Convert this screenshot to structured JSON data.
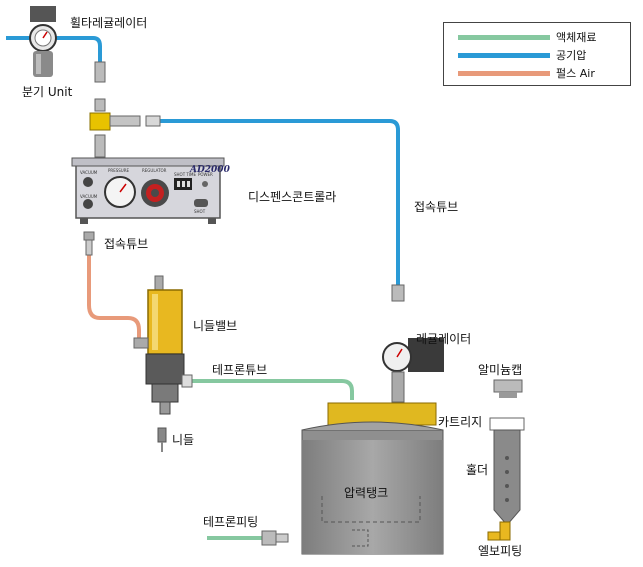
{
  "colors": {
    "liquid": "#86c8a0",
    "air": "#2a9ad6",
    "pulse_air": "#e89a7a"
  },
  "legend": {
    "liquid": "액체재료",
    "air": "공기압",
    "pulse_air": "펄스 Air"
  },
  "labels": {
    "filter_regulator": "휠타레귤레이터",
    "branch_unit": "분기 Unit",
    "dispense_controller": "디스펜스콘트롤라",
    "connect_tube_top": "접속튜브",
    "connect_tube_left": "접속튜브",
    "needle_valve": "니들밸브",
    "teflon_tube": "테프론튜브",
    "needle": "니들",
    "regulator": "레귤레이터",
    "aluminum_cap": "알미늄캡",
    "cartridge": "카트리지",
    "holder": "홀더",
    "pressure_tank": "압력탱크",
    "teflon_fitting": "테프론피팅",
    "elbow_fitting": "엘보피팅"
  },
  "controller": {
    "model": "AD2000",
    "panel_labels": [
      "VACUUM",
      "PRESSURE",
      "REGULATOR",
      "VACUUM",
      "SHOT TIME",
      "POWER",
      "SHOT"
    ]
  }
}
